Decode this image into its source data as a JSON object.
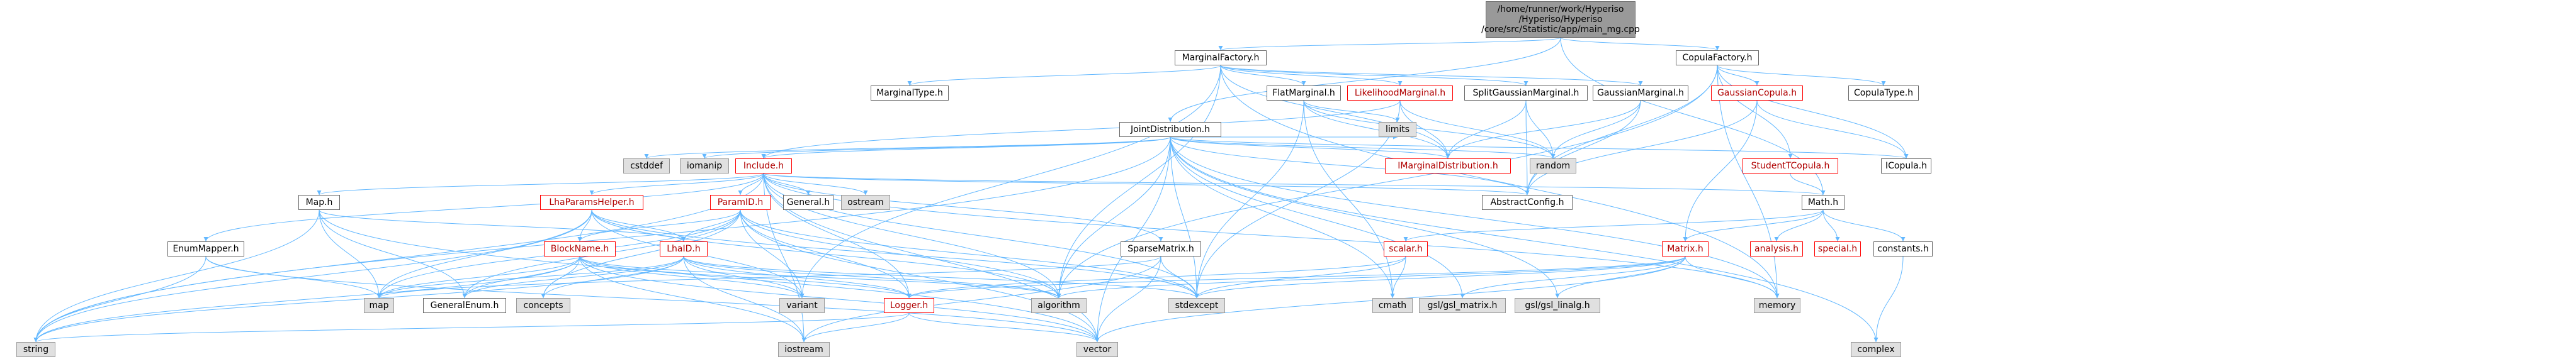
{
  "root": {
    "label": "/home/runner/work/Hyperiso\n/Hyperiso/Hyperiso\n/core/src/Statistic/app/main_mg.cpp"
  },
  "nodes": [
    {
      "id": "root",
      "label": "/home/runner/work/Hyperiso\n/Hyperiso/Hyperiso\n/core/src/Statistic/app/main_mg.cpp",
      "kind": "root"
    },
    {
      "id": "MarginalFactory",
      "label": "MarginalFactory.h",
      "kind": "doc"
    },
    {
      "id": "CopulaFactory",
      "label": "CopulaFactory.h",
      "kind": "doc"
    },
    {
      "id": "MarginalType",
      "label": "MarginalType.h",
      "kind": "doc"
    },
    {
      "id": "FlatMarginal",
      "label": "FlatMarginal.h",
      "kind": "doc"
    },
    {
      "id": "LikelihoodMarginal",
      "label": "LikelihoodMarginal.h",
      "kind": "red"
    },
    {
      "id": "SplitGaussianMarginal",
      "label": "SplitGaussianMarginal.h",
      "kind": "doc"
    },
    {
      "id": "GaussianMarginal",
      "label": "GaussianMarginal.h",
      "kind": "doc"
    },
    {
      "id": "GaussianCopula",
      "label": "GaussianCopula.h",
      "kind": "red"
    },
    {
      "id": "CopulaType",
      "label": "CopulaType.h",
      "kind": "doc"
    },
    {
      "id": "JointDistribution",
      "label": "JointDistribution.h",
      "kind": "doc"
    },
    {
      "id": "cstddef",
      "label": "cstddef",
      "kind": "sys"
    },
    {
      "id": "iomanip",
      "label": "iomanip",
      "kind": "sys"
    },
    {
      "id": "Include",
      "label": "Include.h",
      "kind": "red"
    },
    {
      "id": "limits",
      "label": "limits",
      "kind": "sys"
    },
    {
      "id": "IMarginalDistribution",
      "label": "IMarginalDistribution.h",
      "kind": "red"
    },
    {
      "id": "random",
      "label": "random",
      "kind": "sys"
    },
    {
      "id": "ICopula",
      "label": "ICopula.h",
      "kind": "doc"
    },
    {
      "id": "StudentTCopula",
      "label": "StudentTCopula.h",
      "kind": "red"
    },
    {
      "id": "AbstractConfig",
      "label": "AbstractConfig.h",
      "kind": "doc"
    },
    {
      "id": "Math",
      "label": "Math.h",
      "kind": "doc"
    },
    {
      "id": "General",
      "label": "General.h",
      "kind": "doc"
    },
    {
      "id": "ostream",
      "label": "ostream",
      "kind": "sys"
    },
    {
      "id": "MapH",
      "label": "Map.h",
      "kind": "doc"
    },
    {
      "id": "LhaParamsHelper",
      "label": "LhaParamsHelper.h",
      "kind": "red"
    },
    {
      "id": "ParamID",
      "label": "ParamID.h",
      "kind": "red"
    },
    {
      "id": "EnumMapper",
      "label": "EnumMapper.h",
      "kind": "doc"
    },
    {
      "id": "BlockName",
      "label": "BlockName.h",
      "kind": "red"
    },
    {
      "id": "LhaID",
      "label": "LhaID.h",
      "kind": "red"
    },
    {
      "id": "SparseMatrix",
      "label": "SparseMatrix.h",
      "kind": "doc"
    },
    {
      "id": "scalar",
      "label": "scalar.h",
      "kind": "red"
    },
    {
      "id": "Matrix",
      "label": "Matrix.h",
      "kind": "red"
    },
    {
      "id": "analysis",
      "label": "analysis.h",
      "kind": "red"
    },
    {
      "id": "special",
      "label": "special.h",
      "kind": "red"
    },
    {
      "id": "constants",
      "label": "constants.h",
      "kind": "doc"
    },
    {
      "id": "map",
      "label": "map",
      "kind": "sys"
    },
    {
      "id": "concepts",
      "label": "concepts",
      "kind": "sys"
    },
    {
      "id": "GeneralEnum",
      "label": "GeneralEnum.h",
      "kind": "doc"
    },
    {
      "id": "variant",
      "label": "variant",
      "kind": "sys"
    },
    {
      "id": "algorithm",
      "label": "algorithm",
      "kind": "sys"
    },
    {
      "id": "Logger",
      "label": "Logger.h",
      "kind": "red"
    },
    {
      "id": "stdexcept",
      "label": "stdexcept",
      "kind": "sys"
    },
    {
      "id": "cmath",
      "label": "cmath",
      "kind": "sys"
    },
    {
      "id": "gsl_matrix",
      "label": "gsl/gsl_matrix.h",
      "kind": "sys"
    },
    {
      "id": "gsl_linalg",
      "label": "gsl/gsl_linalg.h",
      "kind": "sys"
    },
    {
      "id": "memory",
      "label": "memory",
      "kind": "sys"
    },
    {
      "id": "string",
      "label": "string",
      "kind": "sys"
    },
    {
      "id": "iostream",
      "label": "iostream",
      "kind": "sys"
    },
    {
      "id": "vector",
      "label": "vector",
      "kind": "sys"
    },
    {
      "id": "complex",
      "label": "complex",
      "kind": "sys"
    }
  ],
  "edges": [
    [
      "root",
      "MarginalFactory"
    ],
    [
      "root",
      "CopulaFactory"
    ],
    [
      "root",
      "JointDistribution"
    ],
    [
      "root",
      "Math"
    ],
    [
      "MarginalFactory",
      "MarginalType"
    ],
    [
      "MarginalFactory",
      "FlatMarginal"
    ],
    [
      "MarginalFactory",
      "LikelihoodMarginal"
    ],
    [
      "MarginalFactory",
      "SplitGaussianMarginal"
    ],
    [
      "MarginalFactory",
      "GaussianMarginal"
    ],
    [
      "MarginalFactory",
      "IMarginalDistribution"
    ],
    [
      "MarginalFactory",
      "variant"
    ],
    [
      "MarginalFactory",
      "memory"
    ],
    [
      "MarginalFactory",
      "algorithm"
    ],
    [
      "CopulaFactory",
      "GaussianCopula"
    ],
    [
      "CopulaFactory",
      "CopulaType"
    ],
    [
      "CopulaFactory",
      "StudentTCopula"
    ],
    [
      "CopulaFactory",
      "ICopula"
    ],
    [
      "CopulaFactory",
      "memory"
    ],
    [
      "CopulaFactory",
      "algorithm"
    ],
    [
      "CopulaFactory",
      "AbstractConfig"
    ],
    [
      "FlatMarginal",
      "IMarginalDistribution"
    ],
    [
      "FlatMarginal",
      "random"
    ],
    [
      "FlatMarginal",
      "limits"
    ],
    [
      "FlatMarginal",
      "stdexcept"
    ],
    [
      "FlatMarginal",
      "cmath"
    ],
    [
      "LikelihoodMarginal",
      "IMarginalDistribution"
    ],
    [
      "LikelihoodMarginal",
      "random"
    ],
    [
      "LikelihoodMarginal",
      "stdexcept"
    ],
    [
      "LikelihoodMarginal",
      "Include"
    ],
    [
      "SplitGaussianMarginal",
      "IMarginalDistribution"
    ],
    [
      "SplitGaussianMarginal",
      "random"
    ],
    [
      "SplitGaussianMarginal",
      "AbstractConfig"
    ],
    [
      "GaussianMarginal",
      "IMarginalDistribution"
    ],
    [
      "GaussianMarginal",
      "random"
    ],
    [
      "GaussianMarginal",
      "AbstractConfig"
    ],
    [
      "GaussianCopula",
      "ICopula"
    ],
    [
      "GaussianCopula",
      "AbstractConfig"
    ],
    [
      "GaussianCopula",
      "Matrix"
    ],
    [
      "StudentTCopula",
      "Math"
    ],
    [
      "JointDistribution",
      "cstddef"
    ],
    [
      "JointDistribution",
      "iomanip"
    ],
    [
      "JointDistribution",
      "Include"
    ],
    [
      "JointDistribution",
      "limits"
    ],
    [
      "JointDistribution",
      "IMarginalDistribution"
    ],
    [
      "JointDistribution",
      "random"
    ],
    [
      "JointDistribution",
      "ICopula"
    ],
    [
      "JointDistribution",
      "AbstractConfig"
    ],
    [
      "JointDistribution",
      "vector"
    ],
    [
      "JointDistribution",
      "memory"
    ],
    [
      "JointDistribution",
      "stdexcept"
    ],
    [
      "JointDistribution",
      "string"
    ],
    [
      "JointDistribution",
      "gsl_matrix"
    ],
    [
      "JointDistribution",
      "gsl_linalg"
    ],
    [
      "JointDistribution",
      "cmath"
    ],
    [
      "JointDistribution",
      "algorithm"
    ],
    [
      "JointDistribution",
      "complex"
    ],
    [
      "Include",
      "General"
    ],
    [
      "Include",
      "ostream"
    ],
    [
      "Include",
      "MapH"
    ],
    [
      "Include",
      "LhaParamsHelper"
    ],
    [
      "Include",
      "ParamID"
    ],
    [
      "Include",
      "EnumMapper"
    ],
    [
      "Include",
      "SparseMatrix"
    ],
    [
      "Include",
      "AbstractConfig"
    ],
    [
      "Include",
      "Math"
    ],
    [
      "Include",
      "Logger"
    ],
    [
      "Include",
      "vector"
    ],
    [
      "Include",
      "memory"
    ],
    [
      "Include",
      "string"
    ],
    [
      "Include",
      "stdexcept"
    ],
    [
      "Include",
      "algorithm"
    ],
    [
      "Include",
      "iostream"
    ],
    [
      "MapH",
      "map"
    ],
    [
      "MapH",
      "GeneralEnum"
    ],
    [
      "MapH",
      "LhaID"
    ],
    [
      "MapH",
      "string"
    ],
    [
      "MapH",
      "vector"
    ],
    [
      "LhaParamsHelper",
      "BlockName"
    ],
    [
      "LhaParamsHelper",
      "LhaID"
    ],
    [
      "LhaParamsHelper",
      "map"
    ],
    [
      "LhaParamsHelper",
      "variant"
    ],
    [
      "LhaParamsHelper",
      "algorithm"
    ],
    [
      "LhaParamsHelper",
      "stdexcept"
    ],
    [
      "LhaParamsHelper",
      "string"
    ],
    [
      "ParamID",
      "BlockName"
    ],
    [
      "ParamID",
      "LhaID"
    ],
    [
      "ParamID",
      "concepts"
    ],
    [
      "ParamID",
      "variant"
    ],
    [
      "ParamID",
      "algorithm"
    ],
    [
      "ParamID",
      "stdexcept"
    ],
    [
      "ParamID",
      "GeneralEnum"
    ],
    [
      "ParamID",
      "map"
    ],
    [
      "ParamID",
      "Logger"
    ],
    [
      "ParamID",
      "vector"
    ],
    [
      "EnumMapper",
      "map"
    ],
    [
      "EnumMapper",
      "string"
    ],
    [
      "EnumMapper",
      "vector"
    ],
    [
      "BlockName",
      "map"
    ],
    [
      "BlockName",
      "GeneralEnum"
    ],
    [
      "BlockName",
      "concepts"
    ],
    [
      "BlockName",
      "variant"
    ],
    [
      "BlockName",
      "algorithm"
    ],
    [
      "BlockName",
      "Logger"
    ],
    [
      "BlockName",
      "string"
    ],
    [
      "BlockName",
      "iostream"
    ],
    [
      "BlockName",
      "vector"
    ],
    [
      "LhaID",
      "map"
    ],
    [
      "LhaID",
      "concepts"
    ],
    [
      "LhaID",
      "variant"
    ],
    [
      "LhaID",
      "algorithm"
    ],
    [
      "LhaID",
      "stdexcept"
    ],
    [
      "LhaID",
      "Logger"
    ],
    [
      "LhaID",
      "GeneralEnum"
    ],
    [
      "LhaID",
      "string"
    ],
    [
      "LhaID",
      "iostream"
    ],
    [
      "SparseMatrix",
      "stdexcept"
    ],
    [
      "SparseMatrix",
      "vector"
    ],
    [
      "SparseMatrix",
      "iostream"
    ],
    [
      "SparseMatrix",
      "map"
    ],
    [
      "Math",
      "scalar"
    ],
    [
      "Math",
      "Matrix"
    ],
    [
      "Math",
      "analysis"
    ],
    [
      "Math",
      "special"
    ],
    [
      "Math",
      "constants"
    ],
    [
      "scalar",
      "cmath"
    ],
    [
      "scalar",
      "Logger"
    ],
    [
      "scalar",
      "stdexcept"
    ],
    [
      "Matrix",
      "vector"
    ],
    [
      "Matrix",
      "stdexcept"
    ],
    [
      "Matrix",
      "memory"
    ],
    [
      "Matrix",
      "gsl_matrix"
    ],
    [
      "Matrix",
      "gsl_linalg"
    ],
    [
      "Matrix",
      "Logger"
    ],
    [
      "Matrix",
      "algorithm"
    ],
    [
      "constants",
      "complex"
    ],
    [
      "Logger",
      "string"
    ],
    [
      "Logger",
      "iostream"
    ],
    [
      "Logger",
      "vector"
    ]
  ]
}
